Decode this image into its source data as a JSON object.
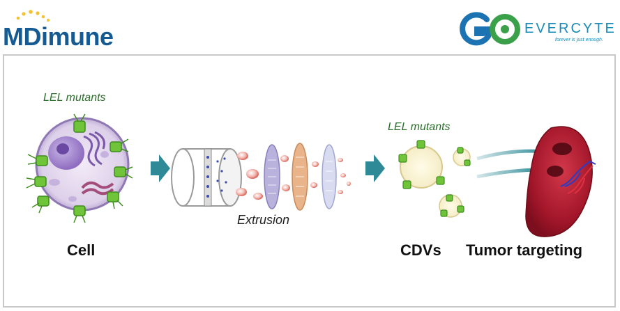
{
  "logos": {
    "left_brand": "MDimune",
    "right_brand_mark": "GO",
    "right_brand": "EVERCYTE",
    "right_tagline": "forever is just enough."
  },
  "labels": {
    "lel_mutants_cell": "LEL mutants",
    "lel_mutants_cdv": "LEL mutants",
    "extrusion": "Extrusion",
    "cell": "Cell",
    "cdvs": "CDVs",
    "tumor_targeting": "Tumor targeting"
  },
  "colors": {
    "mdimune_blue": "#155a92",
    "evercyte_teal": "#1a8bb8",
    "evercyte_green": "#3aa14a",
    "arrow_teal": "#2d8a96",
    "protein_green": "#6fc43a",
    "organ_red": "#a3162a"
  }
}
